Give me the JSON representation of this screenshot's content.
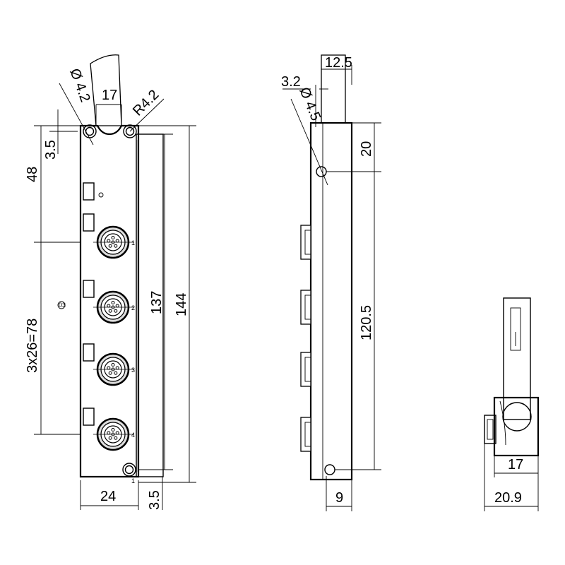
{
  "front_view": {
    "hole_diameter": "Ø 4.2",
    "cable_width": "17",
    "corner_radius": "R4.2",
    "hole_offset": "3.5",
    "first_port_offset": "48",
    "port_pitch": "3x26=78",
    "inner_height": "137",
    "overall_height": "144",
    "width": "24",
    "bottom_offset": "3.5",
    "side_marking": "03",
    "port_numbers": [
      "1",
      "2",
      "3",
      "4"
    ],
    "bottom_marking": "1"
  },
  "side_view": {
    "cable_offset": "12.5",
    "hole_offset": "3.2",
    "hole_diameter": "Ø 4.5",
    "top_offset": "20",
    "hole_spacing": "120.5",
    "bottom_offset": "9"
  },
  "end_view": {
    "body_depth": "17",
    "overall_depth": "20.9"
  }
}
